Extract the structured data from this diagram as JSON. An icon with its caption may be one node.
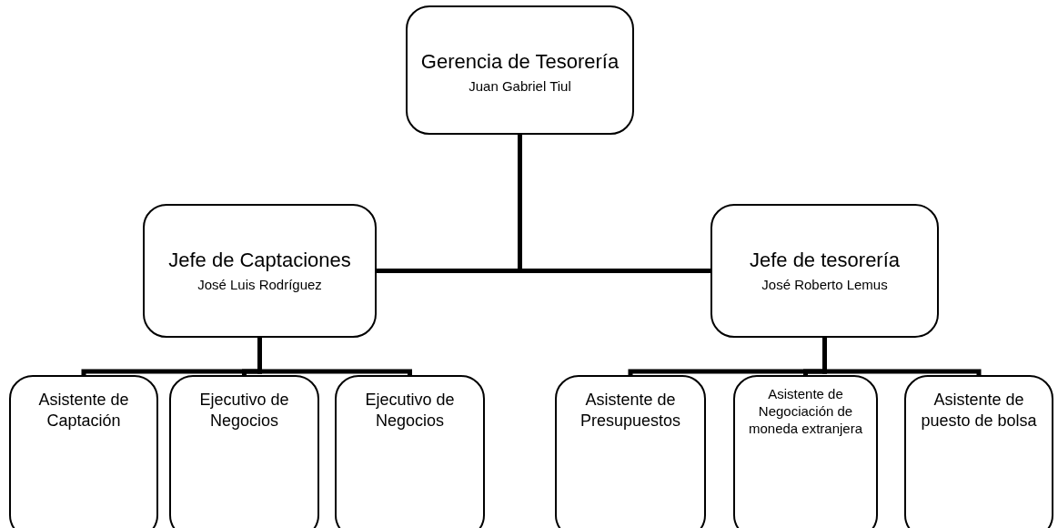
{
  "diagram": {
    "nodes": [
      {
        "text": [
          "Gerencia de Tesorería",
          "Juan Gabriel Tiul"
        ]
      },
      {
        "text": [
          "Jefe de Captaciones",
          "José Luis Rodríguez"
        ]
      },
      {
        "text": [
          "Jefe de tesorería",
          "José Roberto Lemus"
        ]
      },
      {
        "text": [
          "Asistente de Captación"
        ]
      },
      {
        "text": [
          "Ejecutivo de Negocios"
        ]
      },
      {
        "text": [
          "Ejecutivo de Negocios"
        ]
      },
      {
        "text": [
          "Asistente de Presupuestos"
        ]
      },
      {
        "text": [
          "Asistente de Negociación de moneda extranjera"
        ]
      },
      {
        "text": [
          "Asistente de puesto de bolsa"
        ]
      }
    ],
    "edges": [
      {
        "from": 0,
        "to": 1,
        "arrow": "none"
      },
      {
        "from": 0,
        "to": 2,
        "arrow": "none"
      },
      {
        "from": 1,
        "to": 3,
        "arrow": "none"
      },
      {
        "from": 1,
        "to": 4,
        "arrow": "none"
      },
      {
        "from": 1,
        "to": 5,
        "arrow": "none"
      },
      {
        "from": 2,
        "to": 6,
        "arrow": "none"
      },
      {
        "from": 2,
        "to": 7,
        "arrow": "none"
      },
      {
        "from": 2,
        "to": 8,
        "arrow": "none"
      }
    ]
  }
}
